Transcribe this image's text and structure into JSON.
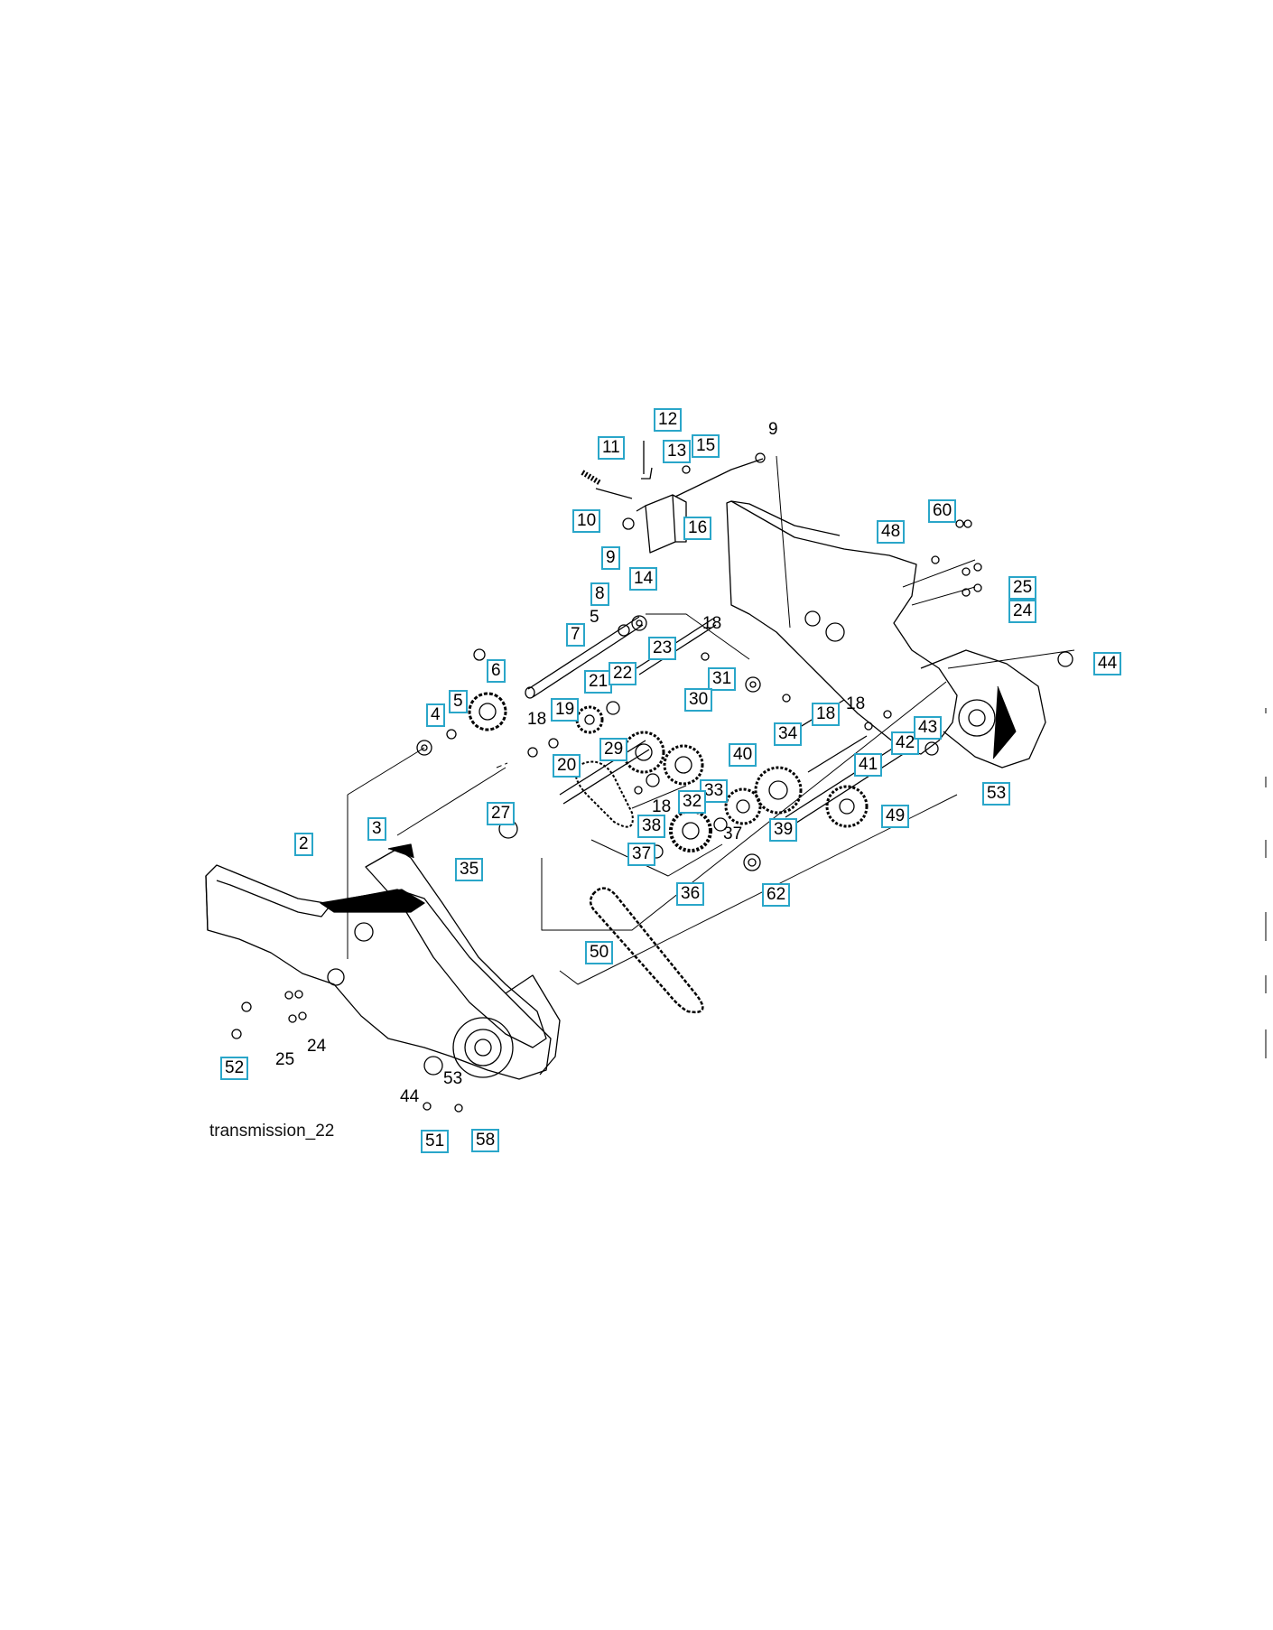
{
  "diagram": {
    "caption": "transmission_22",
    "callouts": [
      {
        "id": "c12",
        "label": "12",
        "boxed": true
      },
      {
        "id": "c11",
        "label": "11",
        "boxed": true
      },
      {
        "id": "c13",
        "label": "13",
        "boxed": true
      },
      {
        "id": "c15",
        "label": "15",
        "boxed": true
      },
      {
        "id": "c9a",
        "label": "9",
        "boxed": false
      },
      {
        "id": "c10",
        "label": "10",
        "boxed": true
      },
      {
        "id": "c16",
        "label": "16",
        "boxed": true
      },
      {
        "id": "c9b",
        "label": "9",
        "boxed": true
      },
      {
        "id": "c14",
        "label": "14",
        "boxed": true
      },
      {
        "id": "c48",
        "label": "48",
        "boxed": true
      },
      {
        "id": "c60",
        "label": "60",
        "boxed": true
      },
      {
        "id": "c25a",
        "label": "25",
        "boxed": true
      },
      {
        "id": "c24a",
        "label": "24",
        "boxed": true
      },
      {
        "id": "c44a",
        "label": "44",
        "boxed": true
      },
      {
        "id": "c8",
        "label": "8",
        "boxed": true
      },
      {
        "id": "c5a",
        "label": "5",
        "boxed": false
      },
      {
        "id": "c18a",
        "label": "18",
        "boxed": false
      },
      {
        "id": "c7",
        "label": "7",
        "boxed": true
      },
      {
        "id": "c23",
        "label": "23",
        "boxed": true
      },
      {
        "id": "c31",
        "label": "31",
        "boxed": true
      },
      {
        "id": "c6",
        "label": "6",
        "boxed": true
      },
      {
        "id": "c5b",
        "label": "5",
        "boxed": true
      },
      {
        "id": "c21",
        "label": "21",
        "boxed": true
      },
      {
        "id": "c22",
        "label": "22",
        "boxed": true
      },
      {
        "id": "c30",
        "label": "30",
        "boxed": true
      },
      {
        "id": "c18b",
        "label": "18",
        "boxed": true
      },
      {
        "id": "c18c",
        "label": "18",
        "boxed": false
      },
      {
        "id": "c4",
        "label": "4",
        "boxed": true
      },
      {
        "id": "c18d",
        "label": "18",
        "boxed": false
      },
      {
        "id": "c19",
        "label": "19",
        "boxed": true
      },
      {
        "id": "c34",
        "label": "34",
        "boxed": true
      },
      {
        "id": "c42",
        "label": "42",
        "boxed": true
      },
      {
        "id": "c43",
        "label": "43",
        "boxed": true
      },
      {
        "id": "c29",
        "label": "29",
        "boxed": true
      },
      {
        "id": "c20",
        "label": "20",
        "boxed": true
      },
      {
        "id": "c40",
        "label": "40",
        "boxed": true
      },
      {
        "id": "c41",
        "label": "41",
        "boxed": true
      },
      {
        "id": "c33",
        "label": "33",
        "boxed": true
      },
      {
        "id": "c32",
        "label": "32",
        "boxed": true
      },
      {
        "id": "c53a",
        "label": "53",
        "boxed": true
      },
      {
        "id": "c18e",
        "label": "18",
        "boxed": false
      },
      {
        "id": "c27",
        "label": "27",
        "boxed": true
      },
      {
        "id": "c38",
        "label": "38",
        "boxed": true
      },
      {
        "id": "c39",
        "label": "39",
        "boxed": true
      },
      {
        "id": "c49",
        "label": "49",
        "boxed": true
      },
      {
        "id": "c37a",
        "label": "37",
        "boxed": false
      },
      {
        "id": "c2",
        "label": "2",
        "boxed": true
      },
      {
        "id": "c3",
        "label": "3",
        "boxed": true
      },
      {
        "id": "c37b",
        "label": "37",
        "boxed": true
      },
      {
        "id": "c35",
        "label": "35",
        "boxed": true
      },
      {
        "id": "c36",
        "label": "36",
        "boxed": true
      },
      {
        "id": "c62",
        "label": "62",
        "boxed": true
      },
      {
        "id": "c50",
        "label": "50",
        "boxed": true
      },
      {
        "id": "c24b",
        "label": "24",
        "boxed": false
      },
      {
        "id": "c25b",
        "label": "25",
        "boxed": false
      },
      {
        "id": "c52",
        "label": "52",
        "boxed": true
      },
      {
        "id": "c53b",
        "label": "53",
        "boxed": false
      },
      {
        "id": "c44b",
        "label": "44",
        "boxed": false
      },
      {
        "id": "c51",
        "label": "51",
        "boxed": true
      },
      {
        "id": "c58",
        "label": "58",
        "boxed": true
      }
    ],
    "colors": {
      "callout_border": "#2aa6c9",
      "linework": "#000000"
    }
  }
}
